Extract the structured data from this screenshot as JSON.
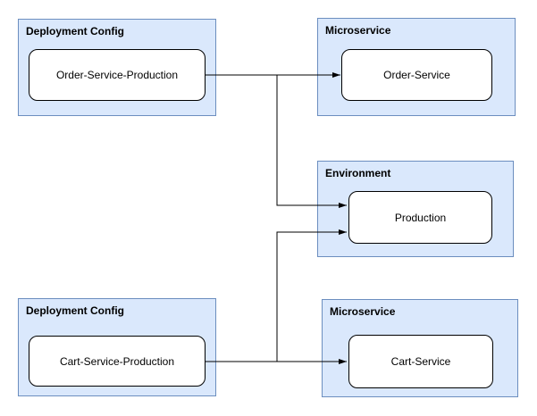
{
  "diagram": {
    "colors": {
      "background": "#ffffff",
      "group_fill": "#dae8fc",
      "group_border": "#6c8ebf",
      "node_fill": "#ffffff",
      "node_border": "#000000",
      "edge_color": "#000000",
      "text_color": "#000000"
    },
    "groups": [
      {
        "label": "Deployment Config"
      },
      {
        "label": "Microservice"
      },
      {
        "label": "Environment"
      },
      {
        "label": "Deployment Config"
      },
      {
        "label": "Microservice"
      }
    ],
    "nodes": [
      {
        "label": "Order-Service-Production"
      },
      {
        "label": "Order-Service"
      },
      {
        "label": "Production"
      },
      {
        "label": "Cart-Service-Production"
      },
      {
        "label": "Cart-Service"
      }
    ],
    "edges": [
      {
        "from": "Order-Service-Production",
        "to": "Order-Service"
      },
      {
        "from": "Order-Service-Production",
        "to": "Production"
      },
      {
        "from": "Cart-Service-Production",
        "to": "Cart-Service"
      },
      {
        "from": "Cart-Service-Production",
        "to": "Production"
      }
    ]
  }
}
